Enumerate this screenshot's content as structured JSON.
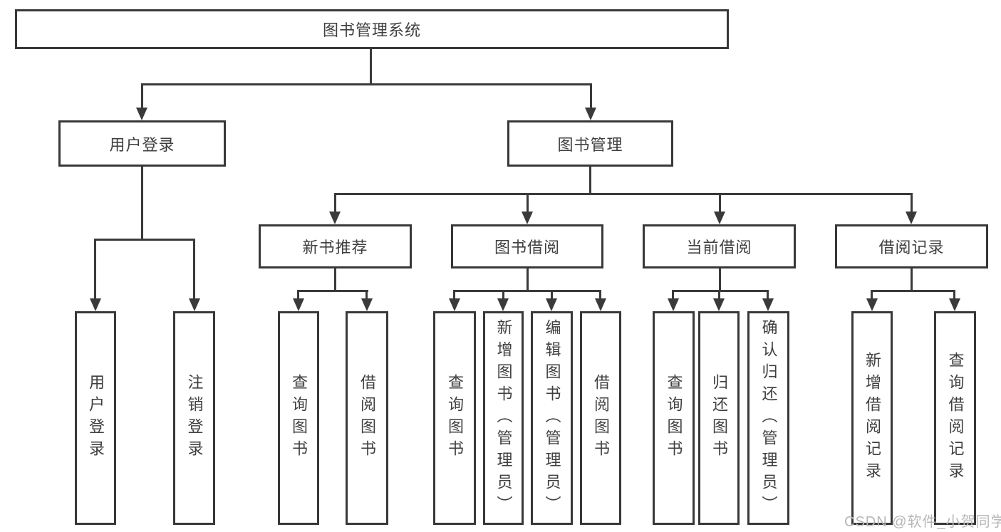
{
  "diagram": {
    "root": "图书管理系统",
    "level2": [
      "用户登录",
      "图书管理"
    ],
    "level3": [
      "新书推荐",
      "图书借阅",
      "当前借阅",
      "借阅记录"
    ],
    "leaves": {
      "login": [
        "用户登录",
        "注销登录"
      ],
      "newbook": [
        "查询图书",
        "借阅图书"
      ],
      "borrow": [
        "查询图书",
        "新增图书（管理员）",
        "编辑图书（管理员）",
        "借阅图书"
      ],
      "current": [
        "查询图书",
        "归还图书",
        "确认归还（管理员）"
      ],
      "records": [
        "新增借阅记录",
        "查询借阅记录"
      ]
    }
  },
  "watermark": "CSDN @软件_小贺同学",
  "colors": {
    "line": "#3a3a3a",
    "border": "#383838",
    "text": "#3f3f3f",
    "watermark_text": "#b7b7b7",
    "background": "#ffffff"
  }
}
